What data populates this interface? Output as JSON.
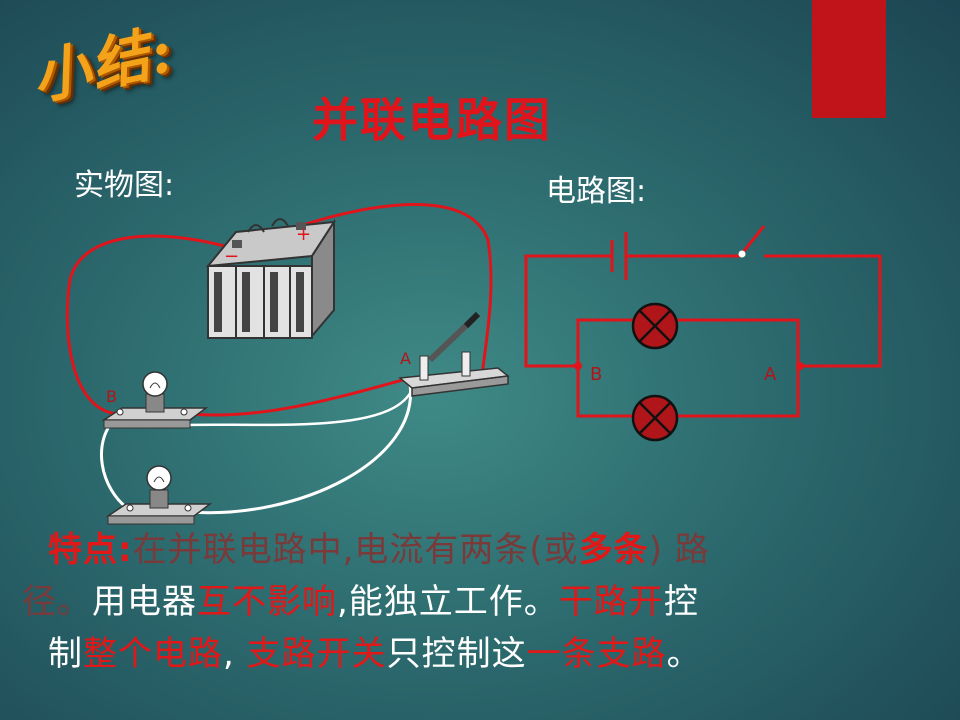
{
  "header": {
    "badge": "小结:",
    "title": "并联电路图"
  },
  "labels": {
    "real": "实物图:",
    "schematic": "电路图:"
  },
  "diagram": {
    "real_plus": "+",
    "real_minus": "−",
    "real_a": "A",
    "real_b": "B",
    "sch_a": "A",
    "sch_b": "B"
  },
  "colors": {
    "wire": "#e0141a",
    "bulb": "#b0151a",
    "accent_bar": "#c0141a"
  },
  "summary": {
    "lead": "特点:",
    "l1a": "在并联电路中,电流有两条(或",
    "l1b": "多条",
    "l1c": ") 路",
    "l2a": "径。",
    "l2b": "用电器",
    "l2c": "互不影响",
    "l2d": ",能独立工作。",
    "l2e": "干路开",
    "l2f": "控",
    "l3a": "制",
    "l3b": "整个电路",
    "l3c": ", ",
    "l3d": "支路开关",
    "l3e": "只控制这",
    "l3f": "一条支路",
    "l3g": "。"
  }
}
